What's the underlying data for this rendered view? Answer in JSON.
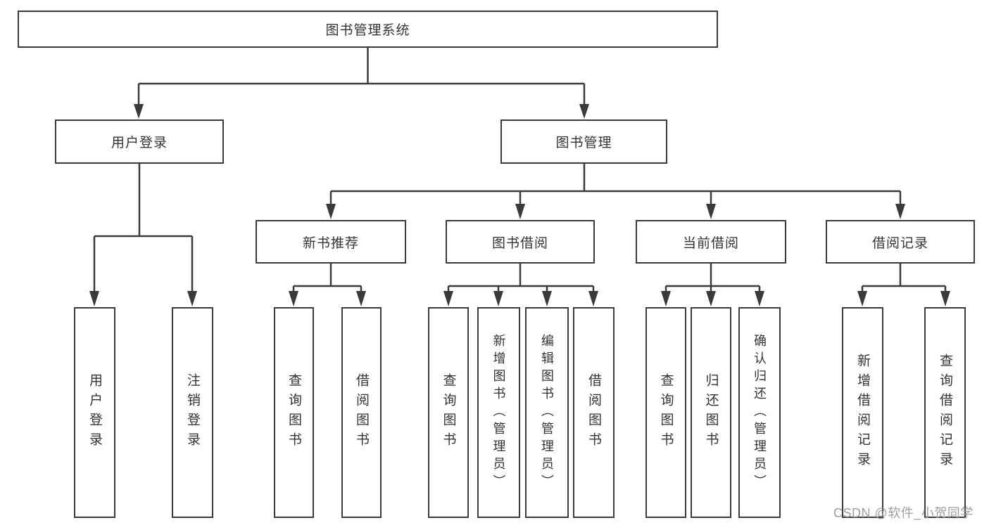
{
  "colors": {
    "line": "#3a3a3a",
    "text": "#333333",
    "watermark_gray": "#9e9e9e",
    "background": "#ffffff"
  },
  "watermark": {
    "text": "CSDN @软件_小贺同学"
  },
  "tree": {
    "root": "图书管理系统",
    "branches": [
      {
        "label": "用户登录",
        "children": [
          "用户登录",
          "注销登录"
        ]
      },
      {
        "label": "图书管理",
        "sections": [
          {
            "label": "新书推荐",
            "children": [
              "查询图书",
              "借阅图书"
            ]
          },
          {
            "label": "图书借阅",
            "children": [
              "查询图书",
              "新增图书（管理员）",
              "编辑图书（管理员）",
              "借阅图书"
            ]
          },
          {
            "label": "当前借阅",
            "children": [
              "查询图书",
              "归还图书",
              "确认归还（管理员）"
            ]
          },
          {
            "label": "借阅记录",
            "children": [
              "新增借阅记录",
              "查询借阅记录"
            ]
          }
        ]
      }
    ]
  }
}
